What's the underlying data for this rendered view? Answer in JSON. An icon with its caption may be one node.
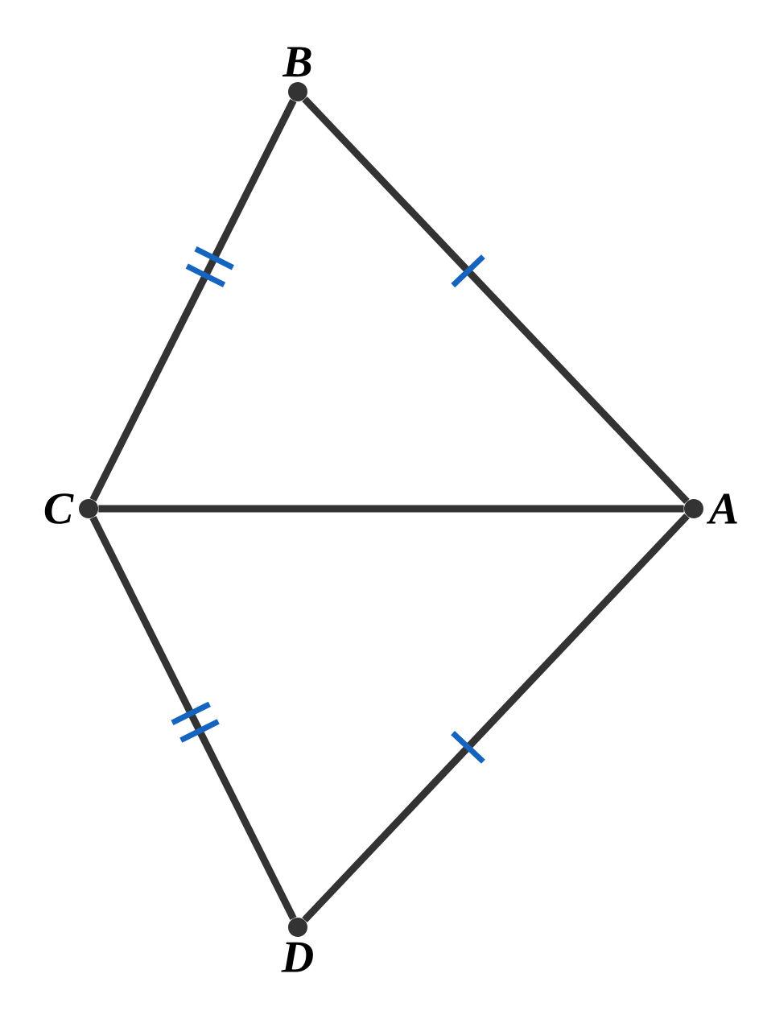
{
  "diagram": {
    "nodes": [
      {
        "text": [
          "B"
        ]
      },
      {
        "text": [
          "C"
        ]
      },
      {
        "text": [
          "A"
        ]
      },
      {
        "text": [
          "D"
        ]
      }
    ],
    "edges": [
      {
        "from": 0,
        "to": 1,
        "arrow": "none"
      },
      {
        "from": 0,
        "to": 2,
        "arrow": "none"
      },
      {
        "from": 1,
        "to": 2,
        "arrow": "none"
      },
      {
        "from": 1,
        "to": 3,
        "arrow": "none"
      },
      {
        "from": 3,
        "to": 2,
        "arrow": "none"
      }
    ]
  }
}
